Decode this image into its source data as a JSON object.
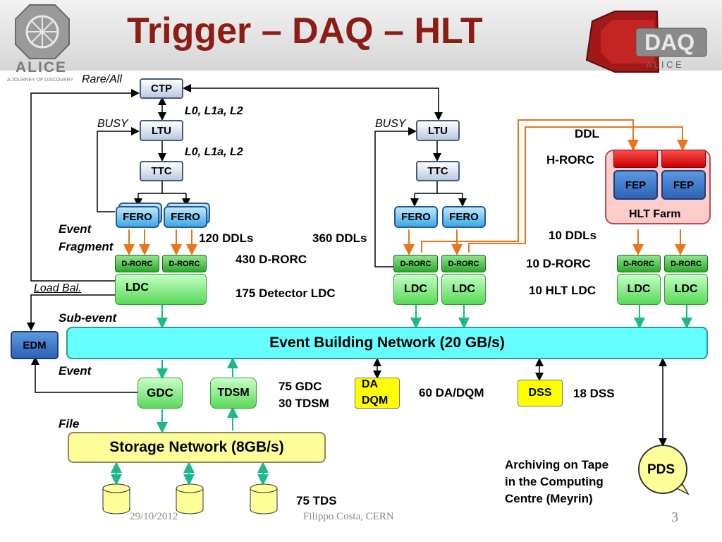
{
  "title": "Trigger – DAQ – HLT",
  "logos": {
    "alice_text": "ALICE",
    "alice_tagline": "A JOURNEY OF DISCOVERY",
    "daq_text": "DAQ",
    "daq_sub": "A L I C E"
  },
  "trigger": {
    "ctp": "CTP",
    "rare_all": "Rare/All",
    "busy_left": "BUSY",
    "busy_right": "BUSY",
    "ltu": "LTU",
    "ttc": "TTC",
    "l0_1": "L0, L1a, L2",
    "l0_2": "L0, L1a, L2"
  },
  "fero": "FERO",
  "drorc": "D-RORC",
  "ldc": "LDC",
  "labels": {
    "event_fragment_1": "Event",
    "event_fragment_2": "Fragment",
    "ddls_120": "120 DDLs",
    "ddls_360": "360 DDLs",
    "drorc_430": "430 D-RORC",
    "detector_ldc": "175 Detector LDC",
    "load_bal": "Load Bal.",
    "sub_event": "Sub-event",
    "event": "Event",
    "file": "File",
    "ddl": "DDL",
    "h_rorc": "H-RORC",
    "ddls_10": "10 DDLs",
    "drorc_10": "10 D-RORC",
    "hlt_ldc_10": "10 HLT LDC",
    "gdc_75": "75 GDC",
    "tdsm_30": "30 TDSM",
    "da_dqm_60": "60 DA/DQM",
    "dss_18": "18 DSS",
    "tds_75": "75 TDS",
    "archiving_1": "Archiving on Tape",
    "archiving_2": "in the Computing",
    "archiving_3": "Centre (Meyrin)"
  },
  "hlt": {
    "fep": "FEP",
    "farm": "HLT Farm"
  },
  "edm": "EDM",
  "network": {
    "ebn": "Event Building Network (20 GB/s)",
    "storage": "Storage Network (8GB/s)"
  },
  "nodes": {
    "gdc": "GDC",
    "tdsm": "TDSM",
    "da": "DA",
    "dqm": "DQM",
    "dss": "DSS",
    "pds": "PDS"
  },
  "footer": {
    "date": "29/10/2012",
    "author": "Filippo Costa, CERN",
    "page": "3"
  },
  "colors": {
    "title": "#8b1d14",
    "ebn": "#66ffff",
    "storage": "#ffff99",
    "fero": "#3aa8e8",
    "ldc": "#57d957",
    "hlt_farm": "#ffcccc",
    "yellow": "#ffff00",
    "arrow_orange": "#e8751a",
    "arrow_teal": "#1ab98a"
  }
}
